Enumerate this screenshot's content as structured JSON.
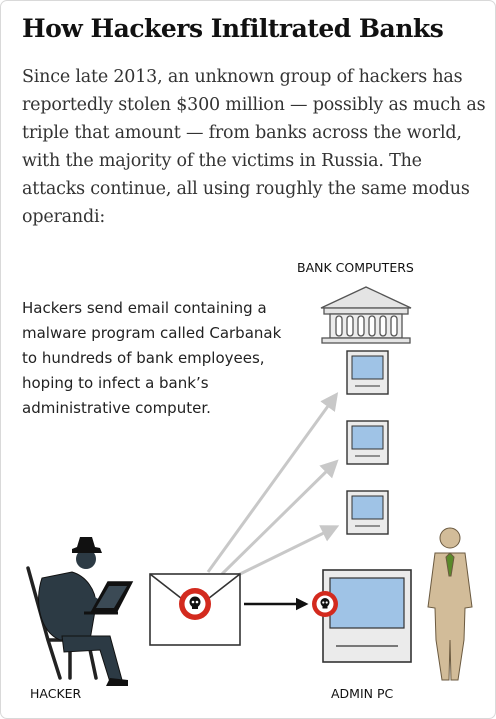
{
  "title": "How Hackers Infiltrated Banks",
  "intro": "Since late 2013, an unknown group of hackers has reportedly stolen $300 million — possibly as much as triple that amount — from banks across the world, with the majority of the victims in Russia. The attacks continue, all using roughly the same modus operandi:",
  "diagram": {
    "bank_label": "BANK COMPUTERS",
    "step_text": "Hackers send email containing a malware program called Carbanak to hundreds of bank employees, hoping to infect a bank’s administrative computer.",
    "hacker_label": "HACKER",
    "admin_label": "ADMIN PC"
  },
  "colors": {
    "screen_blue": "#9fc3e6",
    "malware_red": "#d32a1e",
    "hacker_dark": "#2c3a44",
    "arrow_gray": "#c8c8c8",
    "suit_tan": "#d2bc99",
    "tie_green": "#5a8a2a"
  }
}
